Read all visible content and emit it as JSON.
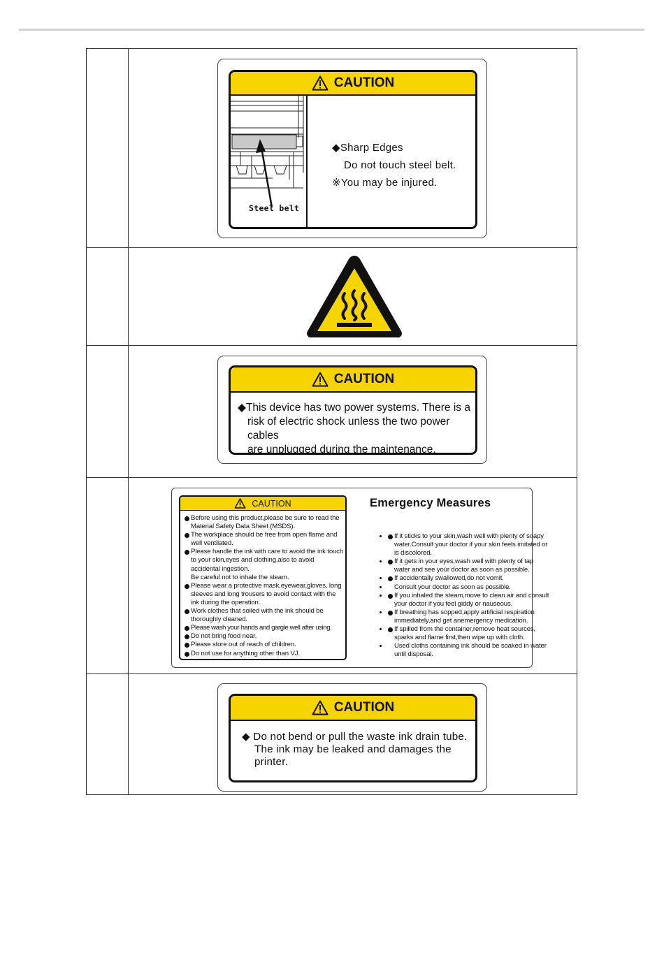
{
  "label1": {
    "banner": "CAUTION",
    "steel_caption": "Steel belt",
    "line1": "◆Sharp Edges",
    "line2": "Do not touch steel belt.",
    "line3": "※You may be injured."
  },
  "label2": {
    "icon": "hot-surface-warning-icon"
  },
  "label3": {
    "banner": "CAUTION",
    "line1": "◆This device has two power systems. There is a",
    "line2": "risk of electric shock unless the two power cables",
    "line3": "are unplugged during the maintenance."
  },
  "label4": {
    "banner": "CAUTION",
    "items": [
      "Before using this product,please be sure to read the Material Safety Data Sheet (MSDS).",
      "The workplace should be free from open flame and well ventilated.",
      "Please handle the ink with care to avoid the ink touch to your skin,eyes and clothing,also to avoid accidental ingestion.",
      "Be careful not to inhale the steam.",
      "Please wear a protective mask,eyewear,gloves, long sleeves and long trousers to avoid contact with the ink during the operation.",
      "Work clothes that soiled with the ink should be thoroughly cleaned.",
      "Please wash your hands and gargle well after using.",
      "Do not bring food near.",
      "Please store out of reach of children.",
      "Do not use for anything other than VJ."
    ],
    "em_title": "Emergency Measures",
    "em_items": [
      "If it sticks to your skin,wash  well with plenty of soapy water.Consult your doctor if your skin feels imitated or is discolored.",
      "If it gets in your eyes,wash well with plenty of tap water and see your doctor as soon as possible.",
      "If accidentally swallowed,do not vomit.",
      "Consult your doctor as soon as possible.",
      "If you inhaled the steam,move to clean air and consult your doctor if you feel giddy or nauseous.",
      "If breathing has sopped,apply artificial respiration immediately,and get anemergency medication.",
      "If spilled from the container,remove heat sources, sparks and flame first,then wipe up with cloth.",
      "Used cloths containing ink should be soaked in water until disposal."
    ]
  },
  "label5": {
    "banner": "CAUTION",
    "line1": "◆ Do not bend or pull the waste ink drain tube.",
    "line2": "The ink may be leaked and damages the",
    "line3": "printer."
  },
  "colors": {
    "caution_yellow": "#f5d400",
    "border": "#111111"
  }
}
